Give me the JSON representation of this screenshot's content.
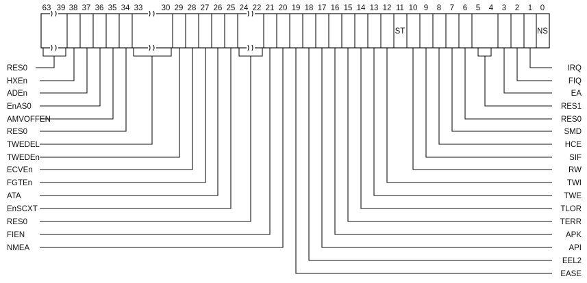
{
  "register": {
    "bit_numbers": [
      "63",
      "39",
      "38",
      "37",
      "36",
      "35",
      "34",
      "33",
      "30",
      "29",
      "28",
      "27",
      "26",
      "25",
      "24",
      "22",
      "21",
      "20",
      "19",
      "18",
      "17",
      "16",
      "15",
      "14",
      "13",
      "12",
      "11",
      "10",
      "9",
      "8",
      "7",
      "6",
      "5",
      "4",
      "3",
      "2",
      "1",
      "0"
    ],
    "cell_labels": {
      "st": "ST",
      "ns": "NS"
    },
    "left_fields": [
      "RES0",
      "HXEn",
      "ADEn",
      "EnAS0",
      "AMVOFFEN",
      "RES0",
      "TWEDEL",
      "TWEDEn",
      "ECVEn",
      "FGTEn",
      "ATA",
      "EnSCXT",
      "RES0",
      "FIEN",
      "NMEA"
    ],
    "right_fields": [
      "IRQ",
      "FIQ",
      "EA",
      "RES1",
      "RES0",
      "SMD",
      "HCE",
      "SIF",
      "RW",
      "TWI",
      "TWE",
      "TLOR",
      "TERR",
      "APK",
      "API",
      "EEL2",
      "EASE"
    ]
  }
}
